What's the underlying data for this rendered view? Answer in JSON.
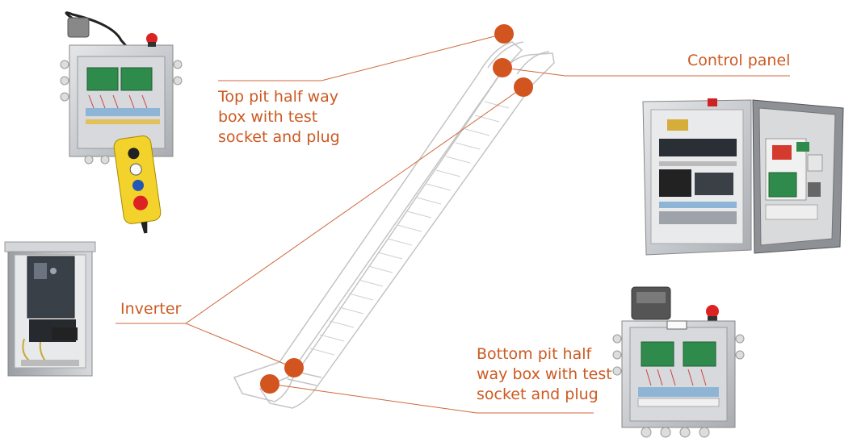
{
  "labels": {
    "control_panel": "Control panel",
    "top_pit": [
      "Top pit half way",
      "box with test",
      "socket and plug"
    ],
    "inverter": "Inverter",
    "bottom_pit": [
      "Bottom pit half",
      "way box with test",
      "socket and plug"
    ]
  },
  "colors": {
    "accent": "#d2541f",
    "line": "#cc6a3c",
    "escalator_outline": "#c4c4c4"
  },
  "photos": [
    {
      "name": "top-pit-box-with-pendant-photo"
    },
    {
      "name": "inverter-cabinet-photo"
    },
    {
      "name": "control-panel-cabinet-photo"
    },
    {
      "name": "bottom-pit-box-photo"
    }
  ]
}
